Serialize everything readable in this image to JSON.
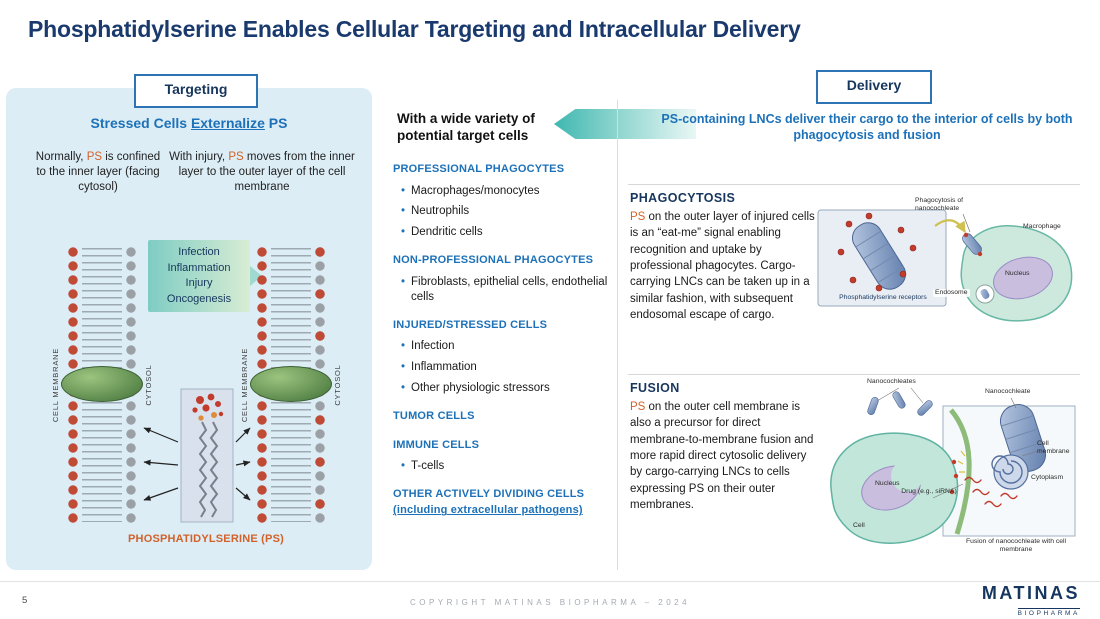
{
  "slide": {
    "title": "Phosphatidylserine Enables Cellular Targeting and Intracellular Delivery"
  },
  "targeting": {
    "badge": "Targeting",
    "heading": {
      "pre": "Stressed Cells ",
      "underlined": "Externalize",
      "post": " PS"
    },
    "normal_text": {
      "pre": "Normally, ",
      "ps": "PS",
      "post": " is confined to the inner layer (facing cytosol)"
    },
    "injury_text": {
      "pre": "With injury, ",
      "ps": "PS",
      "post": " moves from the inner layer to the outer layer of the cell membrane"
    },
    "triggers": {
      "line1": "Infection",
      "line2": "Inflammation",
      "line3": "Injury",
      "line4": "Oncogenesis"
    },
    "membrane_label": "CELL MEMBRANE",
    "cytosol_label": "CYTOSOL",
    "ps_caption": "PHOSPHATIDYLSERINE (PS)"
  },
  "target_cells": {
    "heading": "With a wide variety of potential target cells",
    "groups": [
      {
        "header": "PROFESSIONAL PHAGOCYTES",
        "items": [
          "Macrophages/monocytes",
          "Neutrophils",
          "Dendritic cells"
        ]
      },
      {
        "header": "NON-PROFESSIONAL PHAGOCYTES",
        "items": [
          "Fibroblasts, epithelial cells, endothelial cells"
        ]
      },
      {
        "header": "INJURED/STRESSED CELLS",
        "items": [
          "Infection",
          "Inflammation",
          "Other physiologic stressors"
        ]
      },
      {
        "header": "TUMOR CELLS",
        "items": []
      },
      {
        "header": "IMMUNE CELLS",
        "items": [
          "T-cells"
        ]
      },
      {
        "header": "OTHER ACTIVELY DIVIDING CELLS ",
        "header_underlined": "(including extracellular pathogens)",
        "items": []
      }
    ]
  },
  "delivery": {
    "badge": "Delivery",
    "heading": "PS-containing LNCs deliver their cargo to the interior of cells by both phagocytosis and fusion",
    "phagocytosis": {
      "header": "PHAGOCYTOSIS",
      "ps": "PS",
      "body": " on the outer layer of injured cells is an “eat-me” signal enabling recognition and uptake by professional phagocytes.  Cargo-carrying LNCs can be taken up in a similar fashion, with subsequent endosomal escape of cargo.",
      "labels": {
        "process": "Phagocytosis of nanocochleate",
        "macrophage": "Macrophage",
        "nucleus": "Nucleus",
        "endosome": "Endosome",
        "receptors": "Phosphatidylserine receptors"
      }
    },
    "fusion": {
      "header": "FUSION",
      "ps": "PS",
      "body": " on the outer cell membrane is also a precursor for direct membrane-to-membrane fusion and more rapid direct cytosolic delivery by cargo-carrying LNCs to cells expressing PS on their outer membranes.",
      "labels": {
        "nanocochleates": "Nanocochleates",
        "nanocochleate": "Nanocochleate",
        "cell_membrane": "Cell membrane",
        "nucleus": "Nucleus",
        "cytoplasm": "Cytoplasm",
        "drug": "Drug (e.g., siRNA)",
        "cell": "Cell",
        "caption": "Fusion of nanocochleate with cell membrane"
      }
    }
  },
  "footer": {
    "page_number": "5",
    "copyright": "COPYRIGHT MATINAS BIOPHARMA – 2024",
    "logo_primary": "MATINAS",
    "logo_secondary": "BIOPHARMA"
  }
}
